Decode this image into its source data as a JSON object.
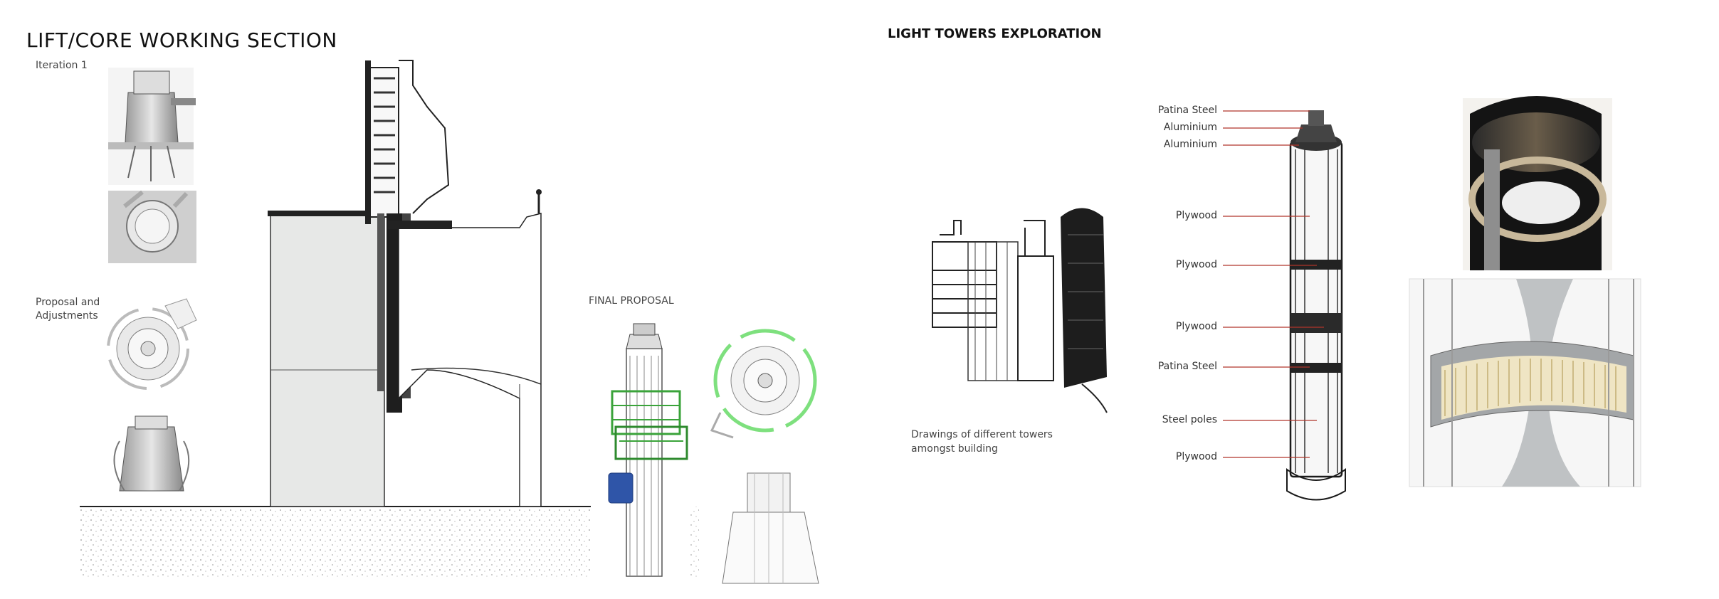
{
  "left": {
    "title": "LIFT/CORE WORKING SECTION",
    "iteration_label": "Iteration 1",
    "proposal_label_line1": "Proposal and",
    "proposal_label_line2": "Adjustments",
    "final_label": "FINAL PROPOSAL"
  },
  "right": {
    "title": "LIGHT TOWERS EXPLORATION",
    "caption_line1": "Drawings of different towers",
    "caption_line2": "amongst building",
    "materials": [
      "Patina Steel",
      "Aluminium",
      "Aluminium",
      "Plywood",
      "Plywood",
      "Plywood",
      "Patina Steel",
      "Steel poles",
      "Plywood"
    ]
  },
  "colors": {
    "leader": "#b0342a",
    "accent_green": "#3aa33a",
    "accent_blue": "#2f55a8",
    "dark": "#1a1a1a"
  }
}
